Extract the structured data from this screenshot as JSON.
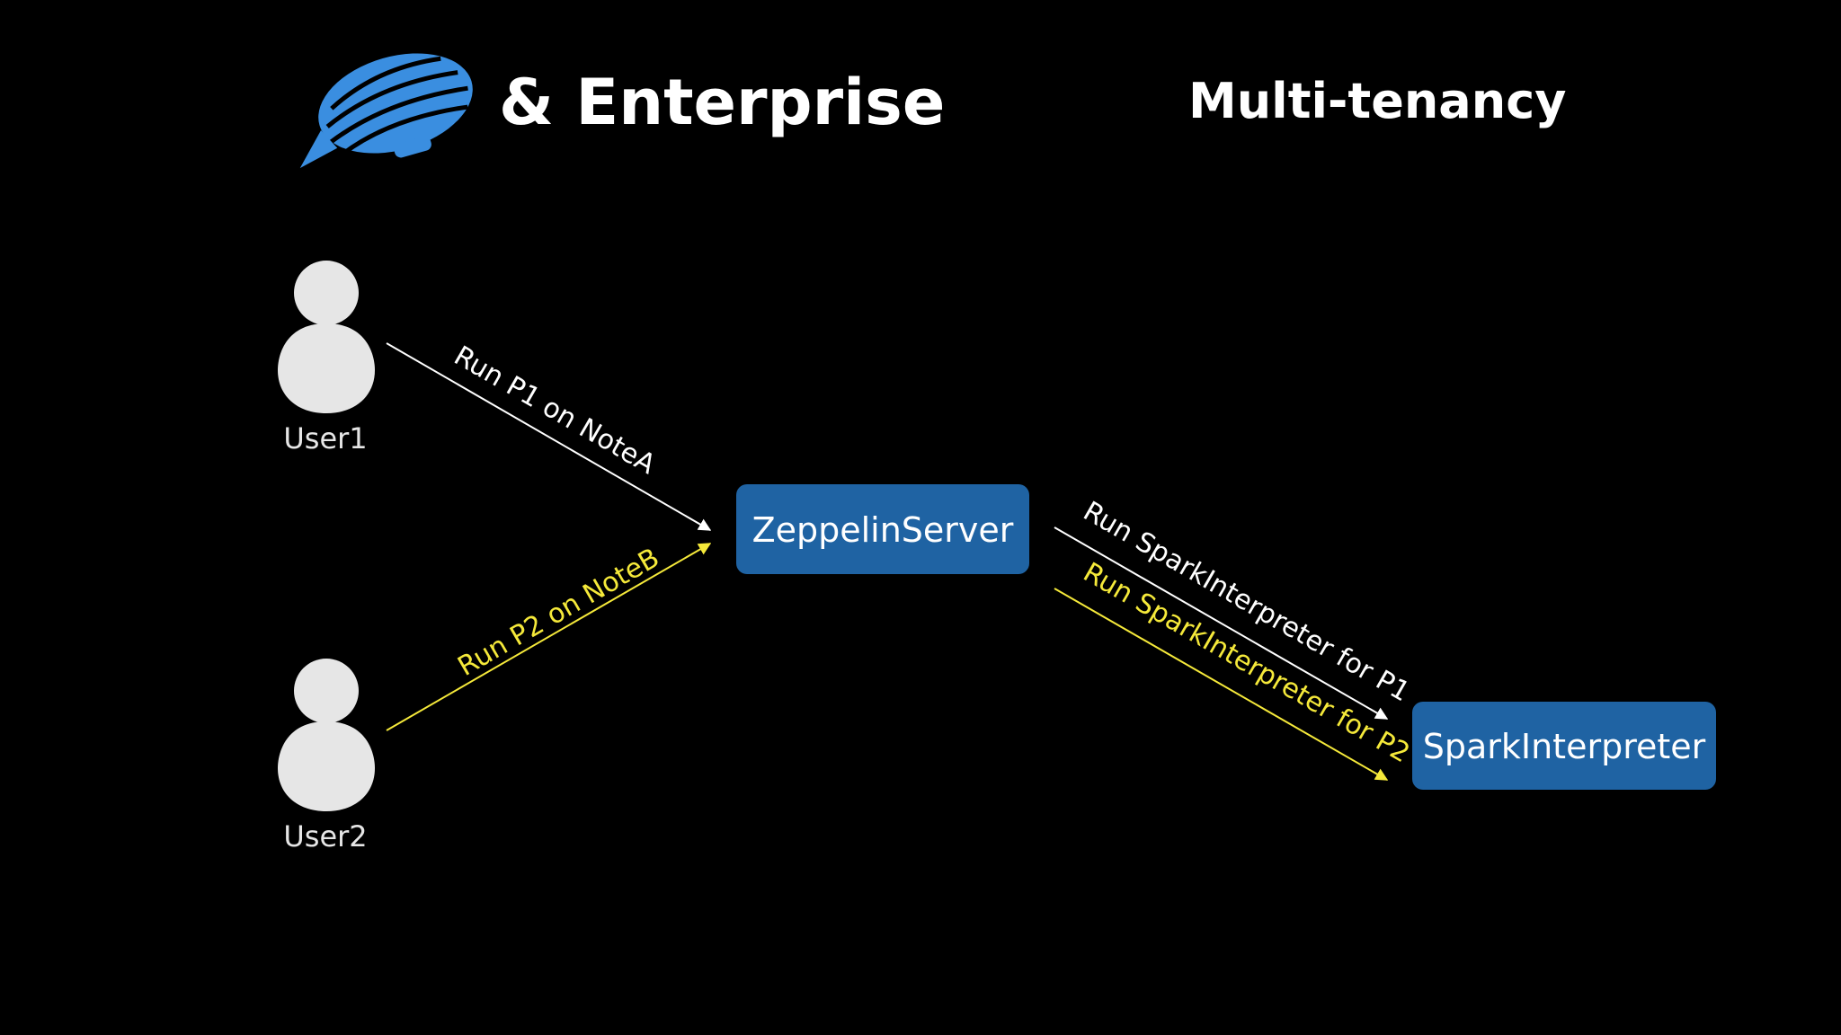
{
  "header": {
    "title": "& Enterprise",
    "subtitle": "Multi-tenancy",
    "logo_icon": "zeppelin-blimp-icon"
  },
  "users": [
    {
      "label": "User1",
      "icon": "user-icon"
    },
    {
      "label": "User2",
      "icon": "user-icon"
    }
  ],
  "nodes": {
    "server": {
      "label": "ZeppelinServer"
    },
    "interpreter": {
      "label": "SparkInterpreter"
    }
  },
  "edges": {
    "user1_to_server": {
      "label": "Run P1 on NoteA",
      "color": "#ffffff"
    },
    "user2_to_server": {
      "label": "Run P2 on NoteB",
      "color": "#f5e93a"
    },
    "server_to_interpreter_p1": {
      "label": "Run SparkInterpreter for P1",
      "color": "#ffffff"
    },
    "server_to_interpreter_p2": {
      "label": "Run SparkInterpreter for P2",
      "color": "#f5e93a"
    }
  },
  "colors": {
    "background": "#000000",
    "box_fill": "#1f63a3",
    "logo_blue": "#3a8ee0",
    "user_gray": "#e6e6e6",
    "highlight_yellow": "#f5e93a"
  }
}
